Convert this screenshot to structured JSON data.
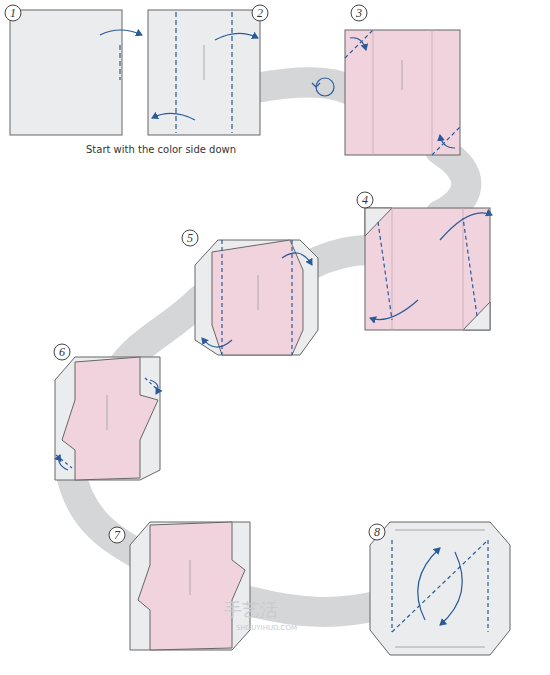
{
  "diagram": {
    "labels": [
      "1",
      "2",
      "Start with the color side down",
      "3",
      "4",
      "5",
      "6",
      "7",
      "8",
      "手艺活",
      "SHOUYIHUO.COM"
    ]
  }
}
